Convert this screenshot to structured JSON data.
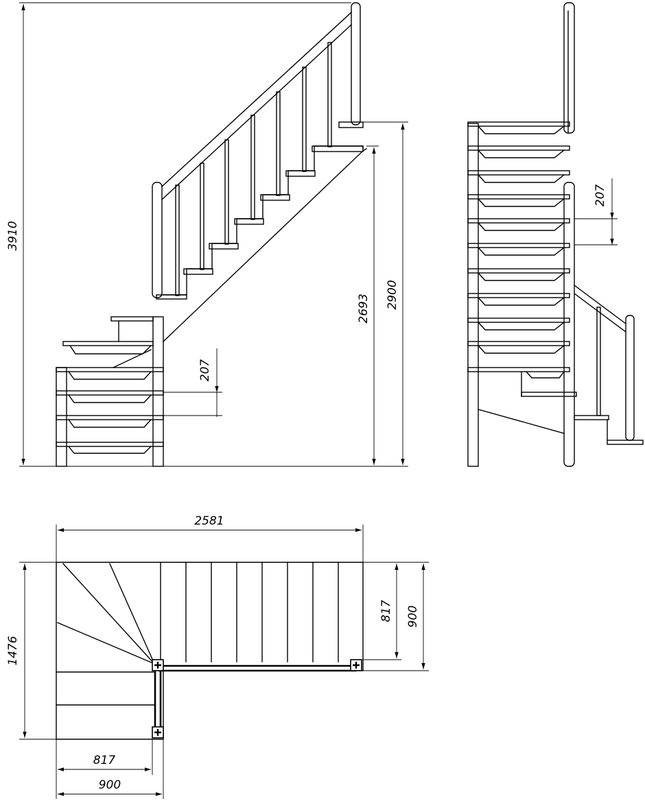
{
  "views": {
    "front": {
      "dimensions": {
        "total_height": "3910",
        "top_height": "2900",
        "landing_height": "2693",
        "step_rise": "207"
      }
    },
    "side": {
      "dimensions": {
        "step_rise": "207"
      }
    },
    "plan": {
      "dimensions": {
        "overall_length": "2581",
        "overall_width": "1476",
        "flight_width_inner": "817",
        "flight_width_outer": "900",
        "bottom_inner": "817",
        "bottom_outer": "900"
      }
    }
  }
}
